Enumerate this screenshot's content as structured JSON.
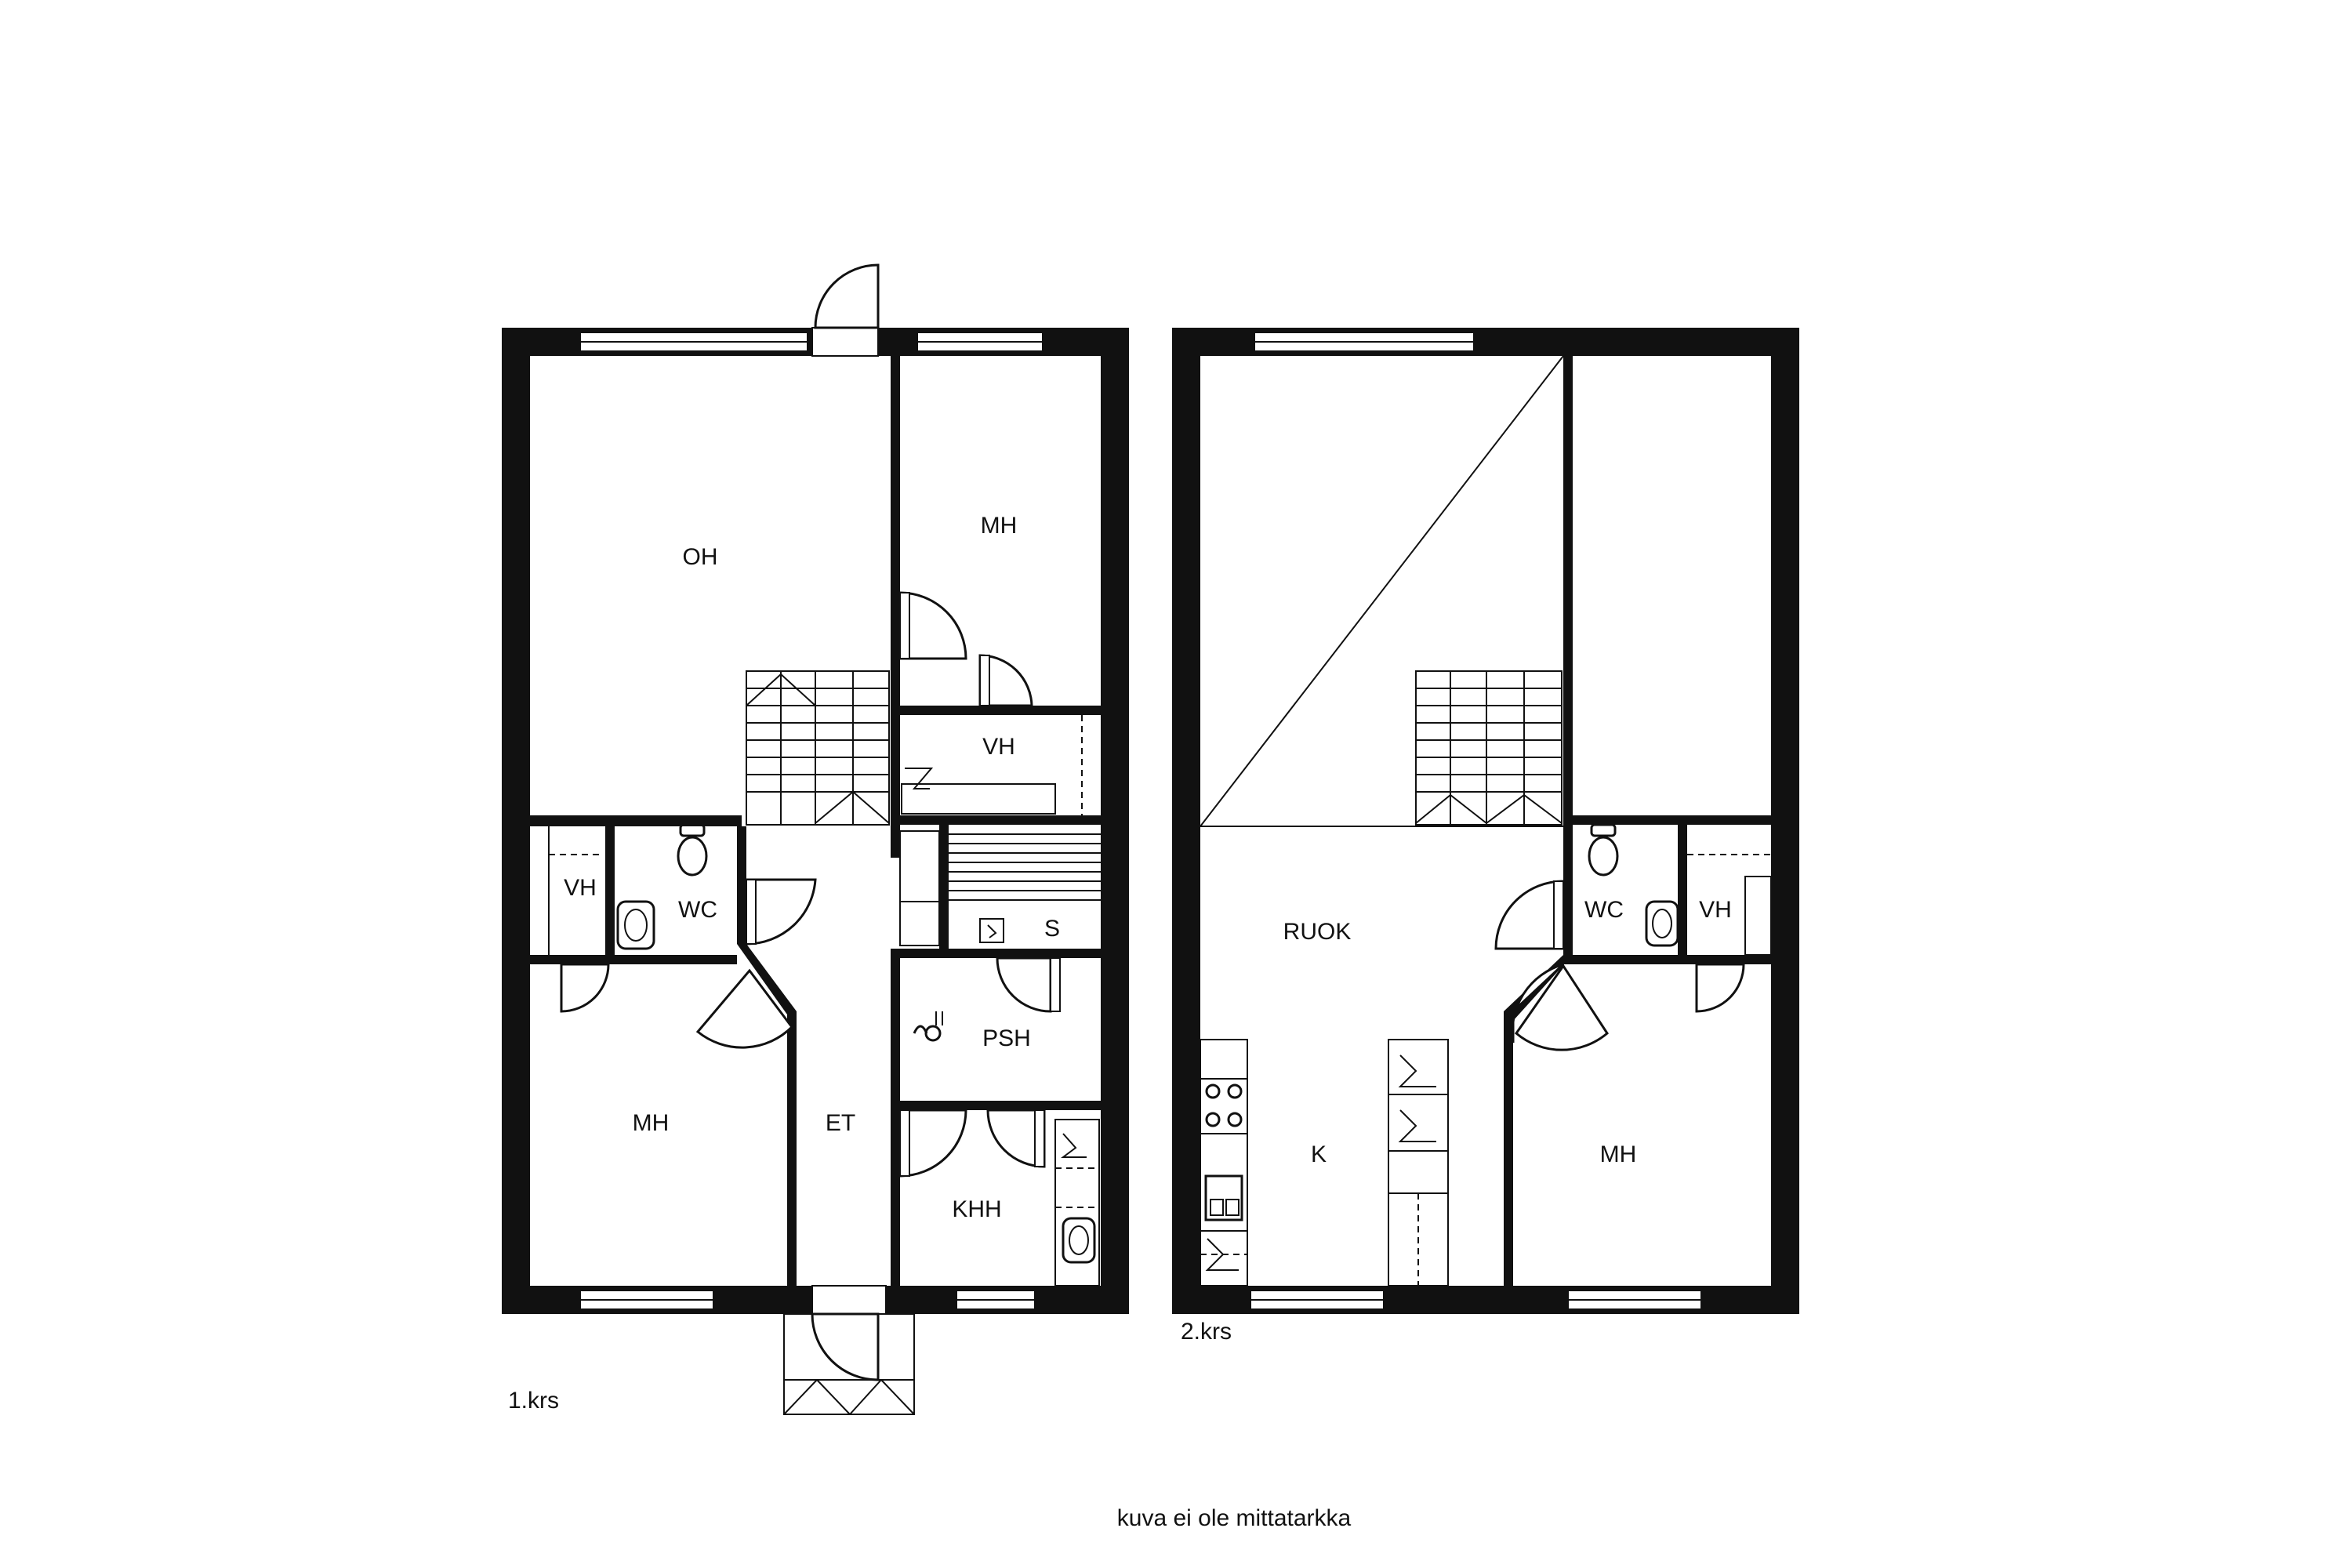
{
  "plan": {
    "floor1": {
      "title": "1.krs",
      "rooms": {
        "living": "OH",
        "bedroom_top": "MH",
        "closet_stair": "VH",
        "closet_left": "VH",
        "wc": "WC",
        "sauna": "S",
        "bedroom_bottom": "MH",
        "hall": "ET",
        "washroom": "PSH",
        "utility": "KHH"
      }
    },
    "floor2": {
      "title": "2.krs",
      "rooms": {
        "dining": "RUOK",
        "wc": "WC",
        "closet": "VH",
        "kitchen": "K",
        "bedroom": "MH"
      }
    },
    "note": "kuva ei ole mittatarkka"
  }
}
